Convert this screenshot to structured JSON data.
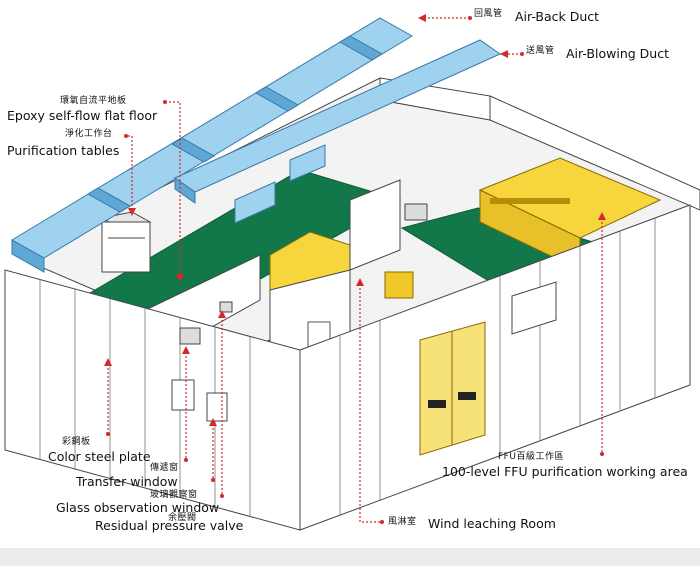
{
  "labels": {
    "air_back_duct": {
      "zh": "回風管",
      "en": "Air-Back Duct"
    },
    "air_blowing_duct": {
      "zh": "送風管",
      "en": "Air-Blowing Duct"
    },
    "epoxy_floor": {
      "zh": "環氧自流平地板",
      "en": "Epoxy self-flow flat floor"
    },
    "purification_tables": {
      "zh": "淨化工作台",
      "en": "Purification tables"
    },
    "color_steel_plate": {
      "zh": "彩鋼板",
      "en": "Color steel plate"
    },
    "transfer_window": {
      "zh": "傳遞窗",
      "en": "Transfer window"
    },
    "glass_observation_window": {
      "zh": "玻璃觀察窗",
      "en": "Glass observation window"
    },
    "residual_pressure_valve": {
      "zh": "余壓閥",
      "en": "Residual pressure valve"
    },
    "ffu_area": {
      "zh": "FFU百級工作區",
      "en": "100-level FFU purification working area"
    },
    "wind_leaching_room": {
      "zh": "風淋室",
      "en": "Wind leaching Room"
    }
  },
  "colors": {
    "duct": "#9fd2ee",
    "duct_dark": "#5fa8d6",
    "floor_green": "#12784a",
    "ffu_yellow": "#f7d53c",
    "wall": "#ffffff",
    "leader_red": "#d22a2a",
    "outline": "#333333"
  }
}
